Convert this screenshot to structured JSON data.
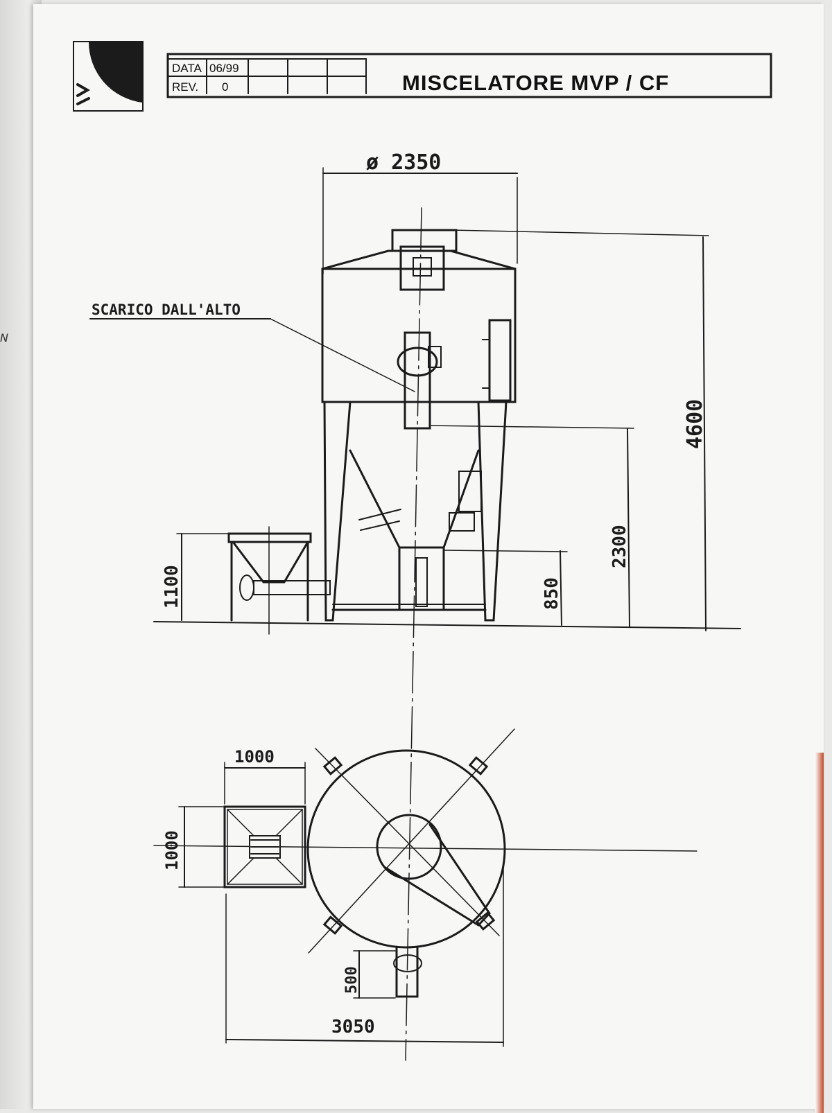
{
  "title_block": {
    "date_label": "DATA",
    "date_value": "06/99",
    "rev_label": "REV.",
    "rev_value": "0",
    "title": "MISCELATORE MVP / CF"
  },
  "side_page": {
    "fragment": "N"
  },
  "elevation": {
    "diameter_label": "ø 2350",
    "callout_label": "SCARICO DALL'ALTO",
    "dim_total_height": "4600",
    "dim_leg_height": "2300",
    "dim_outlet_height": "850",
    "dim_hopper_height": "1100"
  },
  "plan": {
    "dim_hopper_width": "1000",
    "dim_hopper_depth": "1000",
    "dim_outlet_length": "500",
    "dim_overall_width": "3050"
  },
  "colors": {
    "ink": "#1b1b1b",
    "paper": "#f7f7f5"
  }
}
